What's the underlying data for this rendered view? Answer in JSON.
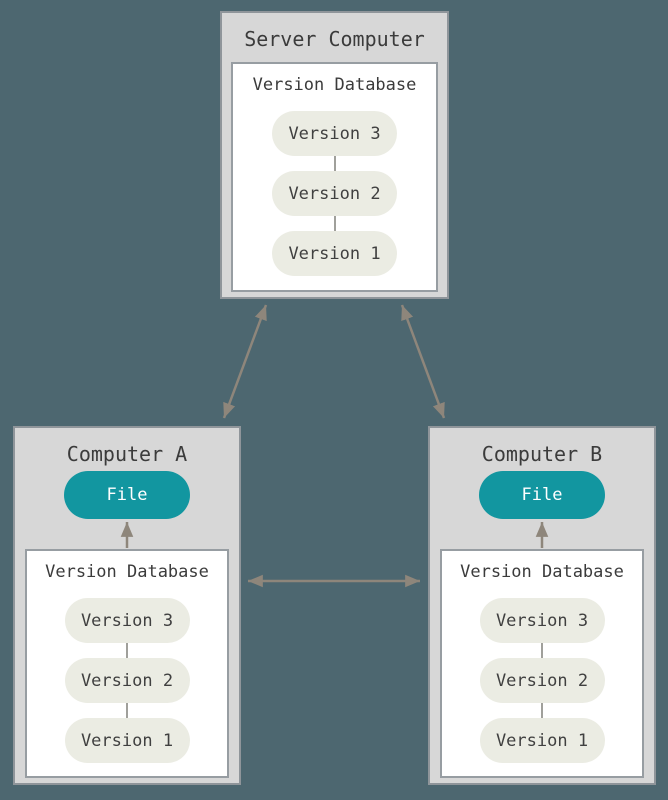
{
  "server": {
    "title": "Server Computer",
    "database": {
      "label": "Version Database",
      "versions": [
        "Version 3",
        "Version 2",
        "Version 1"
      ]
    }
  },
  "computer_a": {
    "title": "Computer A",
    "file_label": "File",
    "database": {
      "label": "Version Database",
      "versions": [
        "Version 3",
        "Version 2",
        "Version 1"
      ]
    }
  },
  "computer_b": {
    "title": "Computer B",
    "file_label": "File",
    "database": {
      "label": "Version Database",
      "versions": [
        "Version 3",
        "Version 2",
        "Version 1"
      ]
    }
  },
  "colors": {
    "background": "#4d6770",
    "box_fill": "#d7d7d7",
    "box_border": "#8f959a",
    "inner_fill": "#ffffff",
    "inner_border": "#979da2",
    "version_pill_fill": "#ebece3",
    "file_pill_fill": "#1296a0",
    "file_pill_text": "#ffffff",
    "text": "#3b3b3b",
    "arrow": "#8e867b"
  }
}
